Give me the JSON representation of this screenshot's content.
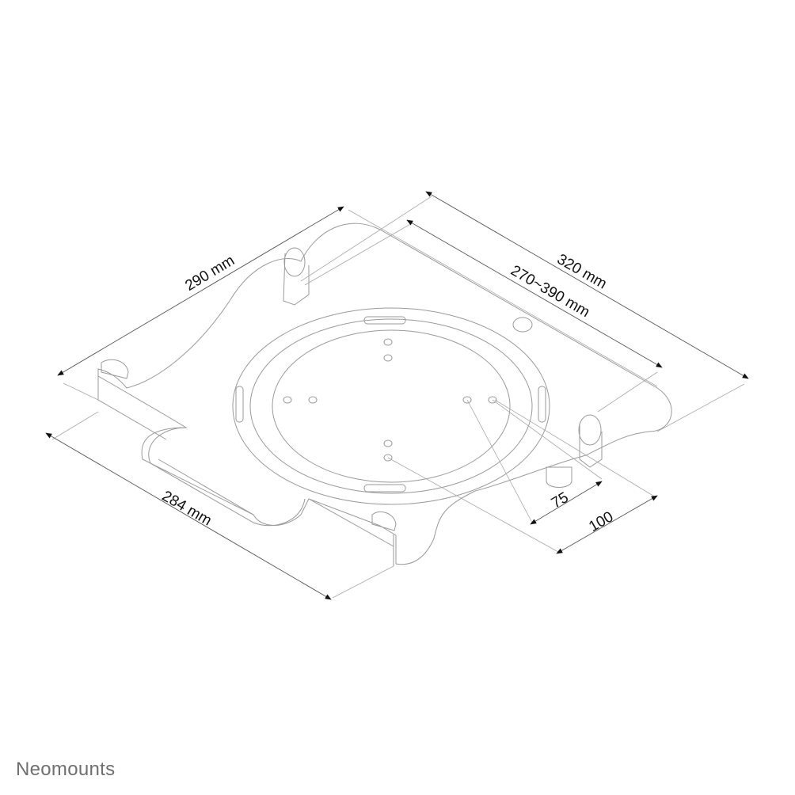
{
  "dimensions": {
    "depth": "290 mm",
    "width": "320 mm",
    "adjustable_range": "270~390 mm",
    "front_width": "284 mm",
    "vesa_small": "75",
    "vesa_large": "100"
  },
  "brand": {
    "logo_text": "Neomounts",
    "color": "#6f6f6f"
  }
}
